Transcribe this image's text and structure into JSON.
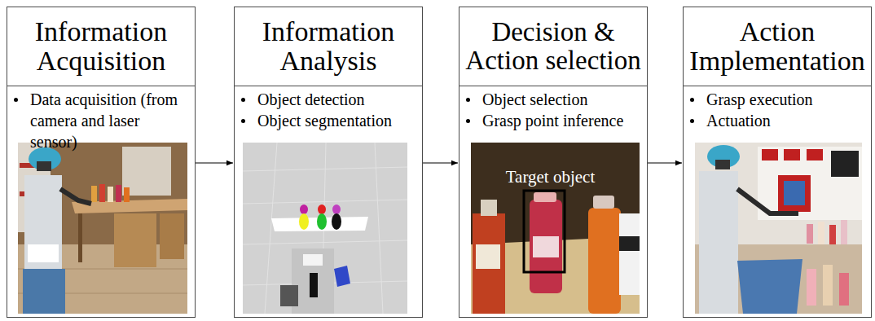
{
  "diagram": {
    "nodes": [
      {
        "text": [
          "Information Acquisition",
          "Data acquisition (from camera and laser sensor)"
        ]
      },
      {
        "text": [
          "Information Analysis",
          "Object detection",
          "Object segmentation"
        ]
      },
      {
        "text": [
          "Decision & Action selection",
          "Object selection",
          "Grasp point inference"
        ]
      },
      {
        "text": [
          "Action Implementation",
          "Grasp execution",
          "Actuation"
        ]
      }
    ],
    "edges": [
      {
        "from": 0,
        "to": 1,
        "arrow": "to"
      },
      {
        "from": 1,
        "to": 2,
        "arrow": "to"
      },
      {
        "from": 2,
        "to": 3,
        "arrow": "to"
      }
    ],
    "labels": [
      "Target object"
    ]
  }
}
